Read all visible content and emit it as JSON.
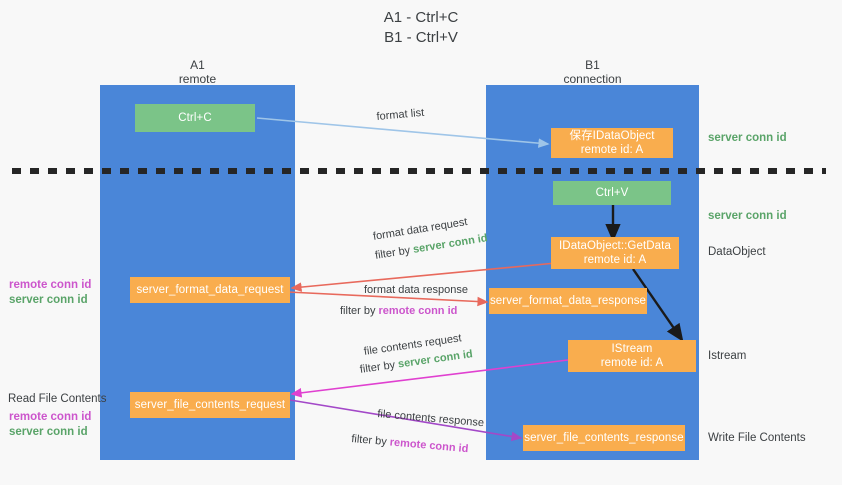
{
  "title": "A1 - Ctrl+C\nB1 - Ctrl+V",
  "columns": [
    {
      "name": "A1",
      "sub": "remote"
    },
    {
      "name": "B1",
      "sub": "connection"
    }
  ],
  "nodes": {
    "ctrl_c": "Ctrl+C",
    "ctrl_v": "Ctrl+V",
    "save_dataobject_line1": "保存IDataObject",
    "save_dataobject_line2": "remote id: A",
    "getdata_line1": "IDataObject::GetData",
    "getdata_line2": "remote id: A",
    "istream_line1": "IStream",
    "istream_line2": "remote id: A",
    "server_format_data_request": "server_format_data_request",
    "server_format_data_response": "server_format_data_response",
    "server_file_contents_request": "server_file_contents_request",
    "server_file_contents_response": "server_file_contents_response"
  },
  "edge_labels": {
    "format_list": "format list",
    "format_data_request": "format data request",
    "format_data_request_filter_prefix": "filter by ",
    "format_data_request_filter_value": "server conn id",
    "format_data_response": "format data response",
    "format_data_response_filter_prefix": "filter by ",
    "format_data_response_filter_value": "remote conn id",
    "file_contents_request": "file contents request",
    "file_contents_request_filter_prefix": "filter by ",
    "file_contents_request_filter_value": "server conn id",
    "file_contents_response": "file contents response",
    "file_contents_response_filter_prefix": "filter by ",
    "file_contents_response_filter_value": "remote conn id"
  },
  "left_labels": {
    "format_remote": "remote conn id",
    "format_server": "server conn id",
    "read_file_contents": "Read File Contents",
    "file_remote": "remote conn id",
    "file_server": "server conn id"
  },
  "right_labels": {
    "server_conn_id_top": "server conn id",
    "server_conn_id_mid": "server conn id",
    "dataobject": "DataObject",
    "istream": "Istream",
    "write_file_contents": "Write File Contents"
  },
  "colors": {
    "lane": "#4a86d8",
    "green_node": "#7bc488",
    "orange_node": "#f9ad4e",
    "arrow_blue": "#9fc5e8",
    "arrow_red": "#e8695c",
    "arrow_magenta": "#e040d0",
    "arrow_purple": "#a348c8",
    "arrow_dark": "#1a1a1a",
    "green_text": "#5aa469",
    "magenta_text": "#cc55cc",
    "divider": "#262626"
  }
}
